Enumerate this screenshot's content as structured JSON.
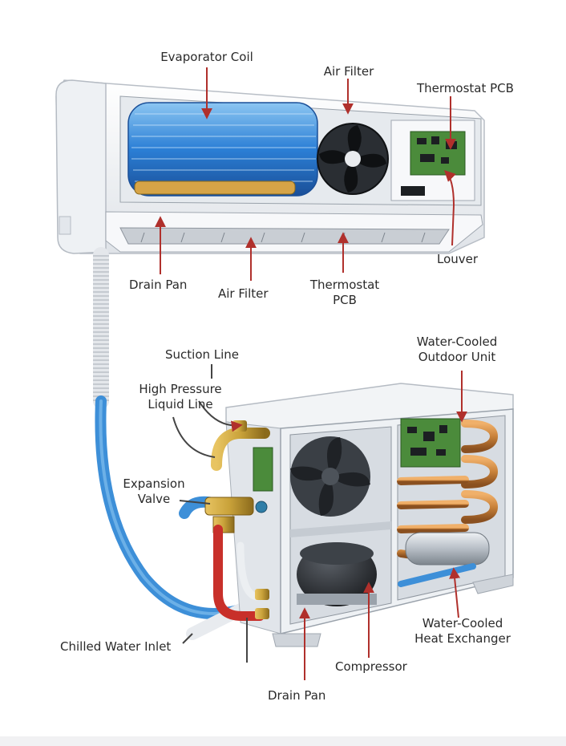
{
  "labels": {
    "evaporator_coil": "Evaporator Coil",
    "air_filter_top": "Air Filter",
    "thermostat_pcb_top": "Thermostat PCB",
    "louver": "Louver",
    "drain_pan_top": "Drain Pan",
    "air_filter_bottom": "Air Filter",
    "thermostat_pcb_bottom_1": "Thermostat",
    "thermostat_pcb_bottom_2": "PCB",
    "suction_line": "Suction Line",
    "high_pressure_1": "High Pressure",
    "high_pressure_2": "Liquid Line",
    "water_cooled_outdoor_1": "Water-Cooled",
    "water_cooled_outdoor_2": "Outdoor Unit",
    "expansion_valve_1": "Expansion",
    "expansion_valve_2": "Valve",
    "chilled_water_inlet": "Chilled Water Inlet",
    "water_cooled_hx_1": "Water-Cooled",
    "water_cooled_hx_2": "Heat Exchanger",
    "compressor": "Compressor",
    "drain_pan_bottom": "Drain Pan"
  },
  "colors": {
    "arrow": "#b0302c",
    "coil_blue": "#2b7fd6",
    "copper": "#c9823a",
    "brass": "#c9a23a",
    "unit_white": "#f2f4f6",
    "pcb_green": "#4b8b3b",
    "hose_blue": "#3d8fd8",
    "pipe_red": "#c8302a"
  }
}
